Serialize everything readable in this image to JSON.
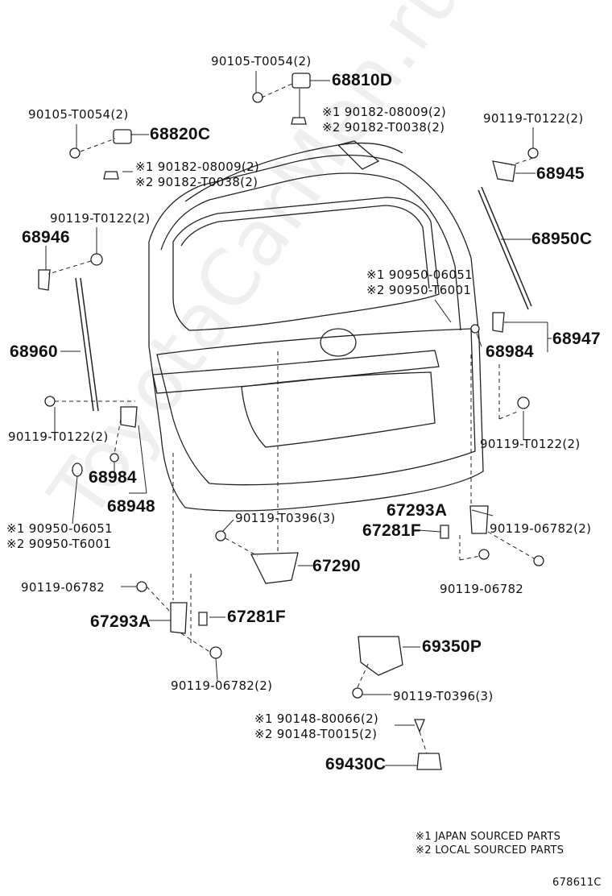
{
  "watermark": "ToyotaCarMen.ru",
  "diagram_code": "678611C",
  "legend": [
    {
      "mark": "※1",
      "text": "JAPAN SOURCED PARTS"
    },
    {
      "mark": "※2",
      "text": "LOCAL SOURCED PARTS"
    }
  ],
  "labels": {
    "p90105_top": "90105-T0054(2)",
    "p68810d": "68810D",
    "p90105_left": "90105-T0054(2)",
    "p68820c": "68820C",
    "p90182_r1": "※1 90182-08009(2)",
    "p90182_r2": "※2 90182-T0038(2)",
    "p90182_l1": "※1 90182-08009(2)",
    "p90182_l2": "※2 90182-T0038(2)",
    "p90119_t0122_tr": "90119-T0122(2)",
    "p68945": "68945",
    "p90119_t0122_tl": "90119-T0122(2)",
    "p68946": "68946",
    "p68950c": "68950C",
    "p90950_r1": "※1 90950-06051",
    "p90950_r2": "※2 90950-T6001",
    "p68960": "68960",
    "p68947": "68947",
    "p68984_r": "68984",
    "p90119_t0122_bl": "90119-T0122(2)",
    "p90119_t0122_br": "90119-T0122(2)",
    "p68984_l": "68984",
    "p68948": "68948",
    "p90950_l1": "※1 90950-06051",
    "p90950_l2": "※2 90950-T6001",
    "p67293a_r": "67293A",
    "p90119_t0396_a": "90119-T0396(3)",
    "p67281f_r": "67281F",
    "p90119_06782_r2": "90119-06782(2)",
    "p67290": "67290",
    "p90119_06782_r": "90119-06782",
    "p90119_06782_l": "90119-06782",
    "p67293a_l": "67293A",
    "p67281f_l": "67281F",
    "p69350p": "69350P",
    "p90119_06782_l2": "90119-06782(2)",
    "p90119_t0396_b": "90119-T0396(3)",
    "p90148_1": "※1 90148-80066(2)",
    "p90148_2": "※2 90148-T0015(2)",
    "p69430c": "69430C"
  }
}
